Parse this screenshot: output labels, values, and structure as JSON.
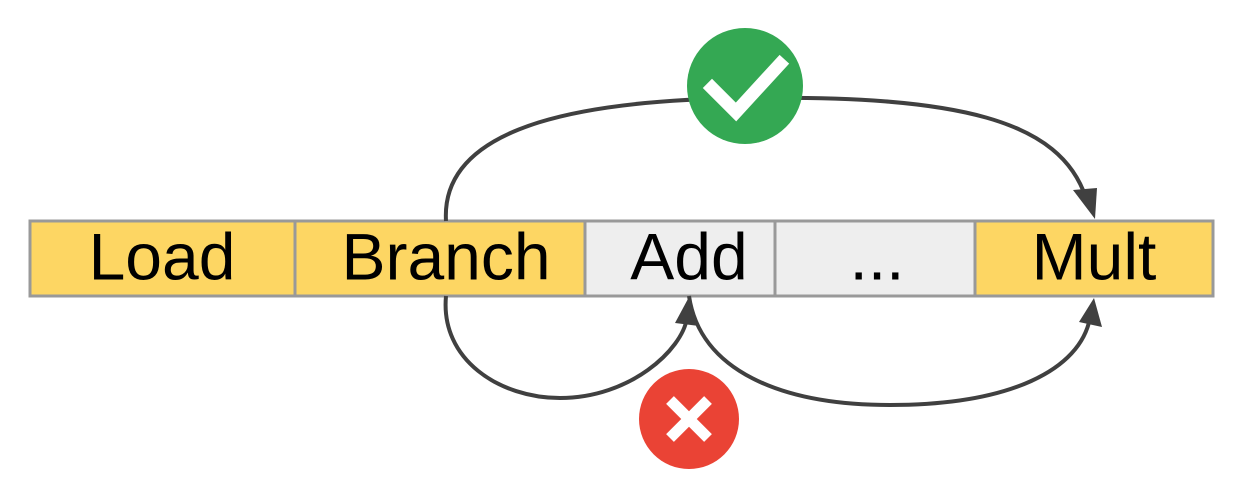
{
  "colors": {
    "highlighted_fill": "#FDD663",
    "plain_fill": "#EEEEEE",
    "border": "#999999",
    "arrow": "#404040",
    "success": "#34A853",
    "error": "#EA4335"
  },
  "cells": [
    {
      "label": "Load",
      "highlighted": true
    },
    {
      "label": "Branch",
      "highlighted": true
    },
    {
      "label": "Add",
      "highlighted": false
    },
    {
      "label": "...",
      "highlighted": false
    },
    {
      "label": "Mult",
      "highlighted": true
    }
  ],
  "icons": {
    "top": "check-icon",
    "bottom": "cross-icon"
  }
}
